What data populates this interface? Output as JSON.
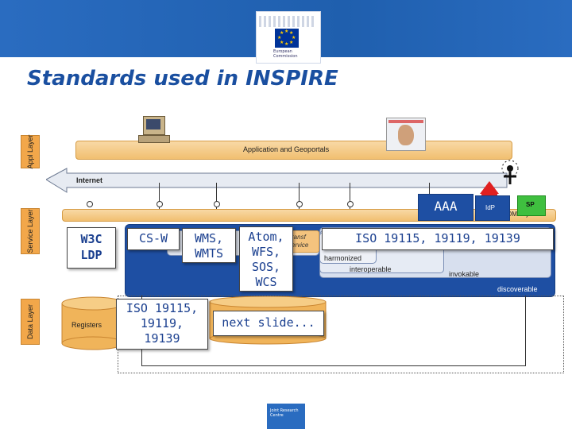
{
  "header": {
    "logo_text": "European Commission",
    "title": "Standards used in INSPIRE"
  },
  "layers": {
    "appl": "Appl Layer",
    "service": "Service Layer",
    "data": "Data Layer"
  },
  "diagram": {
    "application_band": "Application and Geoportals",
    "internet": "Internet",
    "om_layers": "OM Layers",
    "registers": "Registers",
    "transf_service": "ransf ervice",
    "harmonized": "harmonized",
    "interoperable": "interoperable",
    "invokable": "invokable",
    "discoverable": "discoverable",
    "idp": "IdP",
    "sp": "SP"
  },
  "callouts": {
    "aaa": "AAA",
    "w3c": "W3C\nLDP",
    "csw": "CS-W",
    "wms": "WMS,\nWMTS",
    "atom": "Atom,\nWFS,\nSOS,\nWCS",
    "iso_top": "ISO 19115, 19119, 19139",
    "iso_bottom": "ISO 19115,\n19119,\n19139",
    "next": "next slide..."
  },
  "footer": {
    "jrc_text": "Joint Research Centre"
  }
}
